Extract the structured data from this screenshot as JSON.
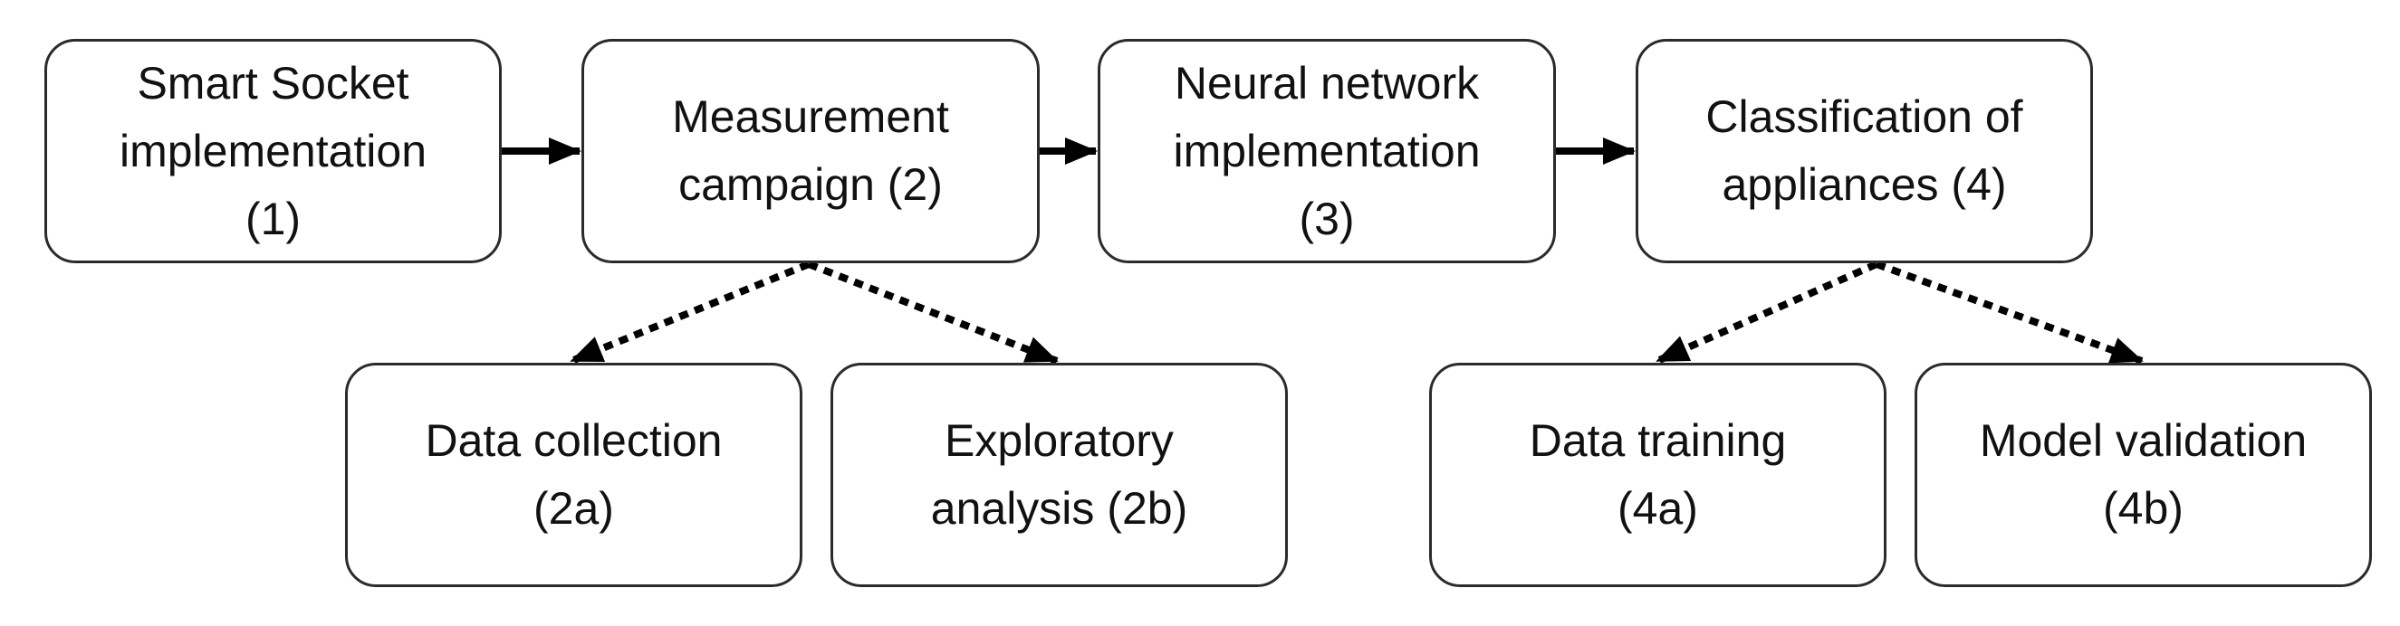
{
  "diagram": {
    "nodes": [
      {
        "id": "n1",
        "label": "Smart Socket\nimplementation\n(1)"
      },
      {
        "id": "n2",
        "label": "Measurement\ncampaign (2)"
      },
      {
        "id": "n3",
        "label": "Neural network\nimplementation\n(3)"
      },
      {
        "id": "n4",
        "label": "Classification of\nappliances (4)"
      },
      {
        "id": "n2a",
        "label": "Data collection\n(2a)"
      },
      {
        "id": "n2b",
        "label": "Exploratory\nanalysis (2b)"
      },
      {
        "id": "n4a",
        "label": "Data training\n(4a)"
      },
      {
        "id": "n4b",
        "label": "Model validation\n(4b)"
      }
    ],
    "edges": [
      {
        "from": "n1",
        "to": "n2",
        "style": "solid"
      },
      {
        "from": "n2",
        "to": "n3",
        "style": "solid"
      },
      {
        "from": "n3",
        "to": "n4",
        "style": "solid"
      },
      {
        "from": "n2",
        "to": "n2a",
        "style": "dotted"
      },
      {
        "from": "n2",
        "to": "n2b",
        "style": "dotted"
      },
      {
        "from": "n4",
        "to": "n4a",
        "style": "dotted"
      },
      {
        "from": "n4",
        "to": "n4b",
        "style": "dotted"
      }
    ],
    "colors": {
      "border": "#2b2b2b",
      "arrow": "#000000",
      "text": "#111111",
      "background": "#ffffff"
    }
  }
}
